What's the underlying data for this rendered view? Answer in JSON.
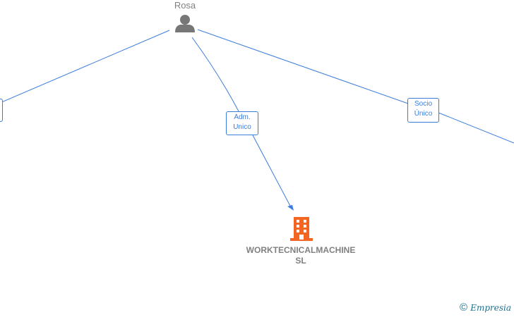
{
  "person": {
    "name": "Rosa"
  },
  "company": {
    "name_line1": "WORKTECNICALMACHINE",
    "name_line2": "SL"
  },
  "edges": [
    {
      "label_line1": "Adm.",
      "label_line2": "Unico"
    },
    {
      "label_line1": "Socio",
      "label_line2": "Único"
    }
  ],
  "footer": {
    "copyright": "©",
    "brand": "Empresia"
  },
  "colors": {
    "edge": "#3b7ddd",
    "company": "#f26522",
    "person": "#777777"
  }
}
